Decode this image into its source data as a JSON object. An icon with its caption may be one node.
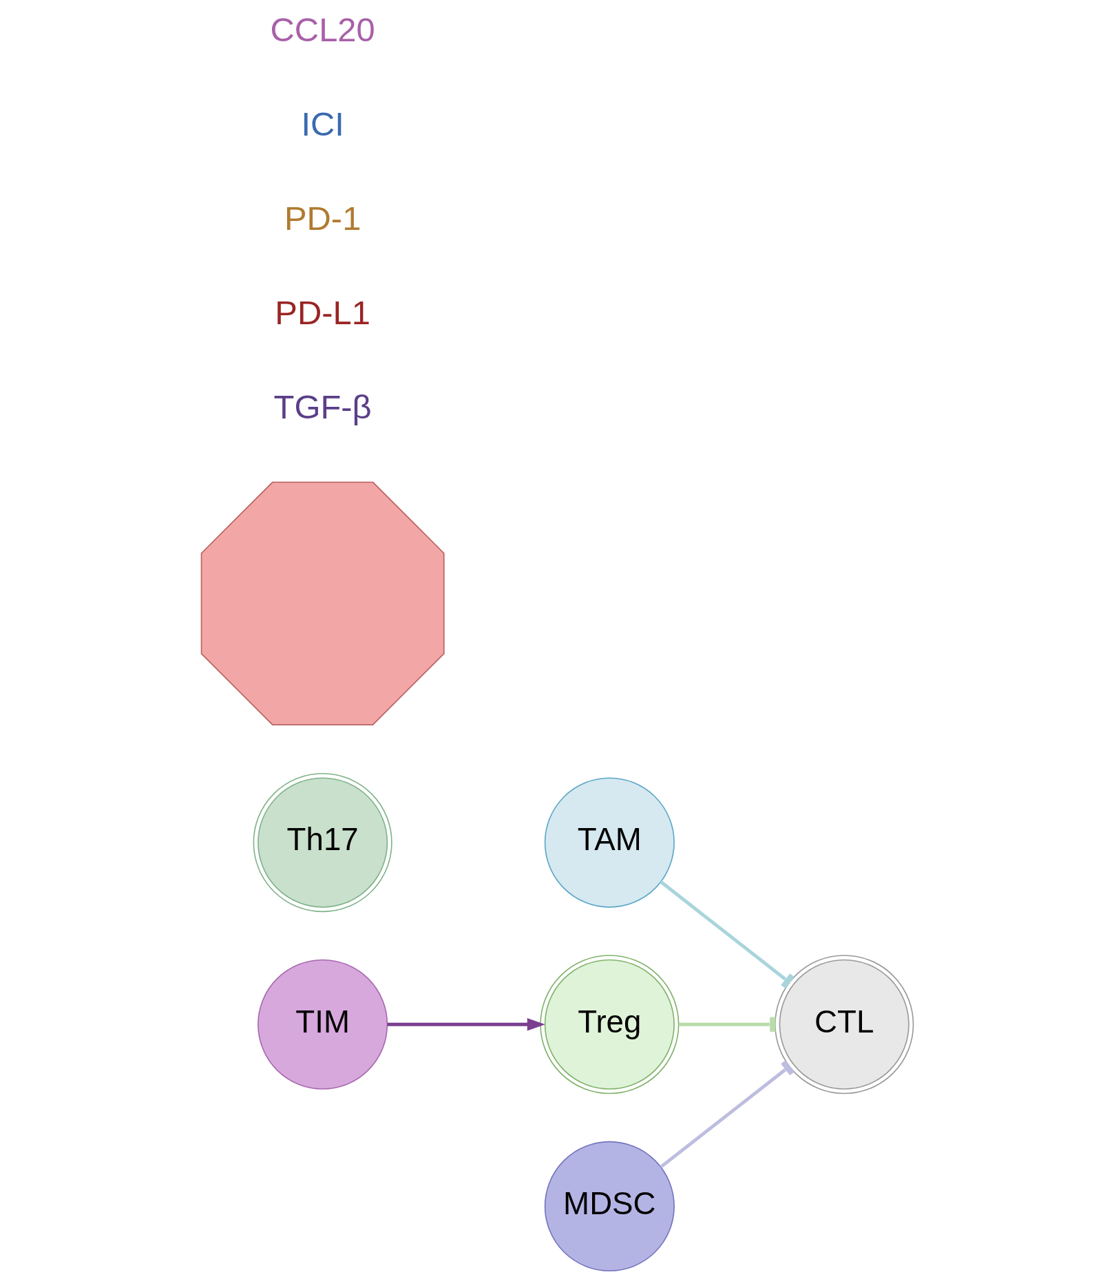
{
  "diagram": {
    "nodes": [
      {
        "text": [
          "TAM"
        ]
      },
      {
        "text": [
          "Th17"
        ]
      },
      {
        "text": [],
        "shape": "picture"
      },
      {
        "text": [
          "CTL"
        ]
      },
      {
        "text": [
          "Treg"
        ]
      },
      {
        "text": [
          "TIM"
        ]
      },
      {
        "text": [
          "MDSC"
        ]
      }
    ],
    "edges": [
      {
        "from": 0,
        "to": 3,
        "arrow": "other",
        "color": "#a9d4dc"
      },
      {
        "from": 4,
        "to": 3,
        "arrow": "other",
        "color": "#b9dcaa"
      },
      {
        "from": 6,
        "to": 3,
        "arrow": "other",
        "color": "#bdbde0"
      },
      {
        "from": 5,
        "to": 4,
        "arrow": "to",
        "color": "#7b3f8f"
      }
    ],
    "labels": [
      "TGF-β",
      "PD-L1",
      "PD-1",
      "ICI",
      "CCL20"
    ]
  }
}
